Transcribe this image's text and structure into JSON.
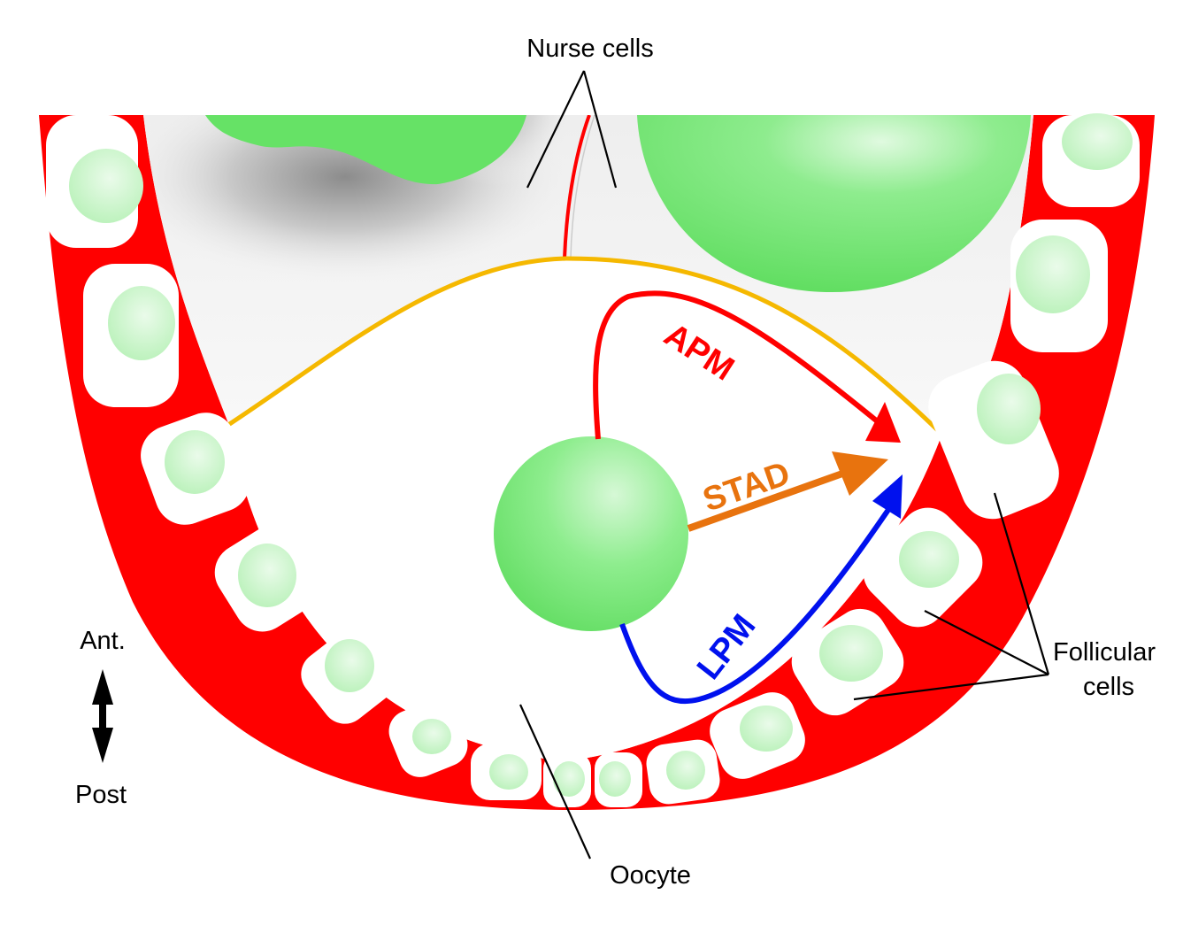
{
  "labels": {
    "nurse_cells": "Nurse cells",
    "follicular_line1": "Follicular",
    "follicular_line2": "cells",
    "oocyte": "Oocyte",
    "axis_top": "Ant.",
    "axis_bottom": "Post"
  },
  "pathways": [
    {
      "label": "APM",
      "color": "#ff0000"
    },
    {
      "label": "STAD",
      "color": "#e8730e"
    },
    {
      "label": "LPM",
      "color": "#0011ee"
    }
  ],
  "colors": {
    "follicle_red": "#ff0000",
    "nucleus_green": "#6ee86e",
    "boundary_yellow": "#f5b800",
    "nurse_shadow": "#9a9a9a"
  }
}
